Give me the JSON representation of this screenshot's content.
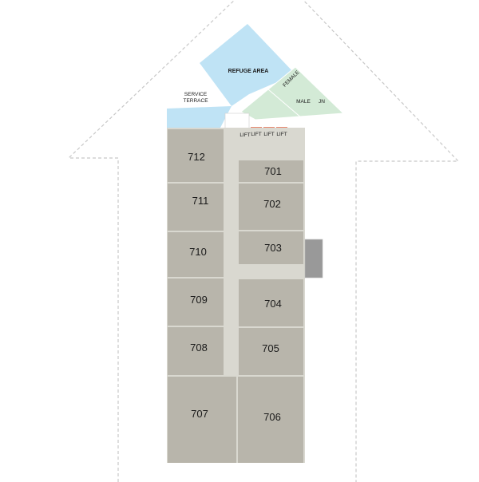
{
  "areas": {
    "refuge": "REFUGE AREA",
    "service_line1": "SERVICE",
    "service_line2": "TERRACE",
    "female": "FEMALE",
    "male": "MALE",
    "jn": "JN",
    "lift_label": "LIFT"
  },
  "lifts": [
    "LIFT",
    "LIFT",
    "LIFT"
  ],
  "units_left": [
    "712",
    "711",
    "710",
    "709",
    "708",
    "707"
  ],
  "units_right": [
    "701",
    "702",
    "703",
    "704",
    "705",
    "706"
  ],
  "colors": {
    "unit_fill": "#b8b5ab",
    "corridor": "#d9d8d0",
    "refuge": "#bfe3f5",
    "toilet": "#d3ead6",
    "lift": "#e8876e",
    "shaft": "#8d8d8d"
  }
}
